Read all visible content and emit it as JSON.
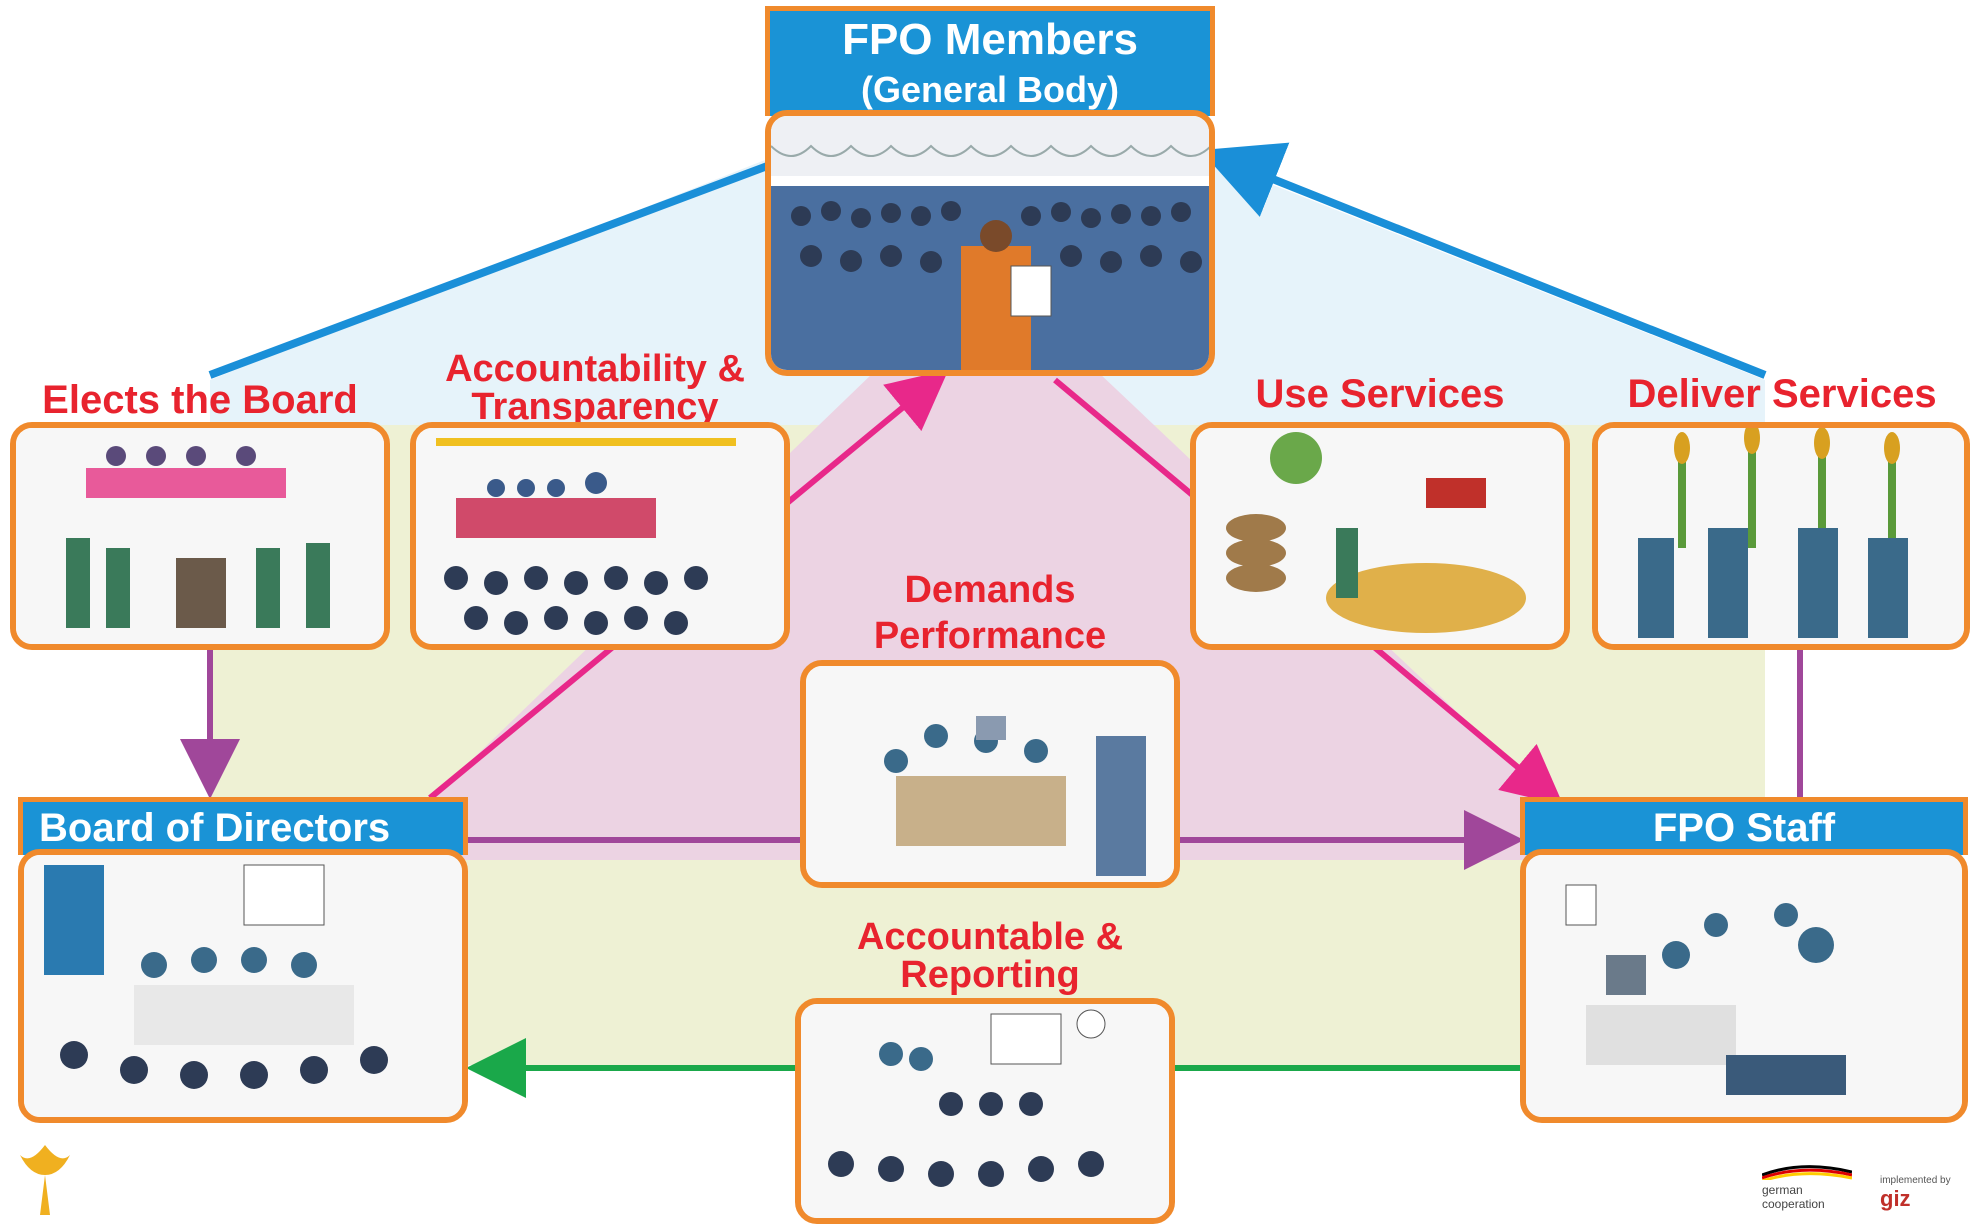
{
  "colors": {
    "orange_border": "#f08a2c",
    "title_blue": "#1a93d6",
    "label_red": "#e8232e",
    "arrow_blue": "#1a8fd8",
    "arrow_pink": "#e8288a",
    "arrow_purple": "#a0479a",
    "arrow_green": "#1aa84a",
    "bg_light_blue": "#e6f3fa",
    "bg_light_green": "#eef1d4",
    "bg_pink": "#ecd3e3"
  },
  "nodes": {
    "fpo_members": {
      "title_line1": "FPO Members",
      "title_line2": "(General Body)"
    },
    "board_of_directors": {
      "title": "Board of Directors"
    },
    "fpo_staff": {
      "title": "FPO Staff"
    }
  },
  "labels": {
    "elects_the_board": "Elects the Board",
    "accountability_line1": "Accountability &",
    "accountability_line2": "Transparency",
    "use_services": "Use Services",
    "deliver_services": "Deliver Services",
    "demands_line1": "Demands",
    "demands_line2": "Performance",
    "accountable_line1": "Accountable &",
    "accountable_line2": "Reporting"
  },
  "illustrations": {
    "general_body": "crowd-meeting-illustration",
    "elects": "election-voting-illustration",
    "accountability": "stage-meeting-illustration",
    "use_services": "farm-produce-illustration",
    "deliver_services": "field-services-illustration",
    "demands": "office-review-illustration",
    "board": "board-meeting-illustration",
    "staff": "staff-office-illustration",
    "reporting": "village-reporting-illustration"
  },
  "logos": {
    "left": "organization-logo",
    "right_line1": "german",
    "right_line2": "cooperation",
    "implemented_by": "implemented by",
    "giz": "giz"
  }
}
